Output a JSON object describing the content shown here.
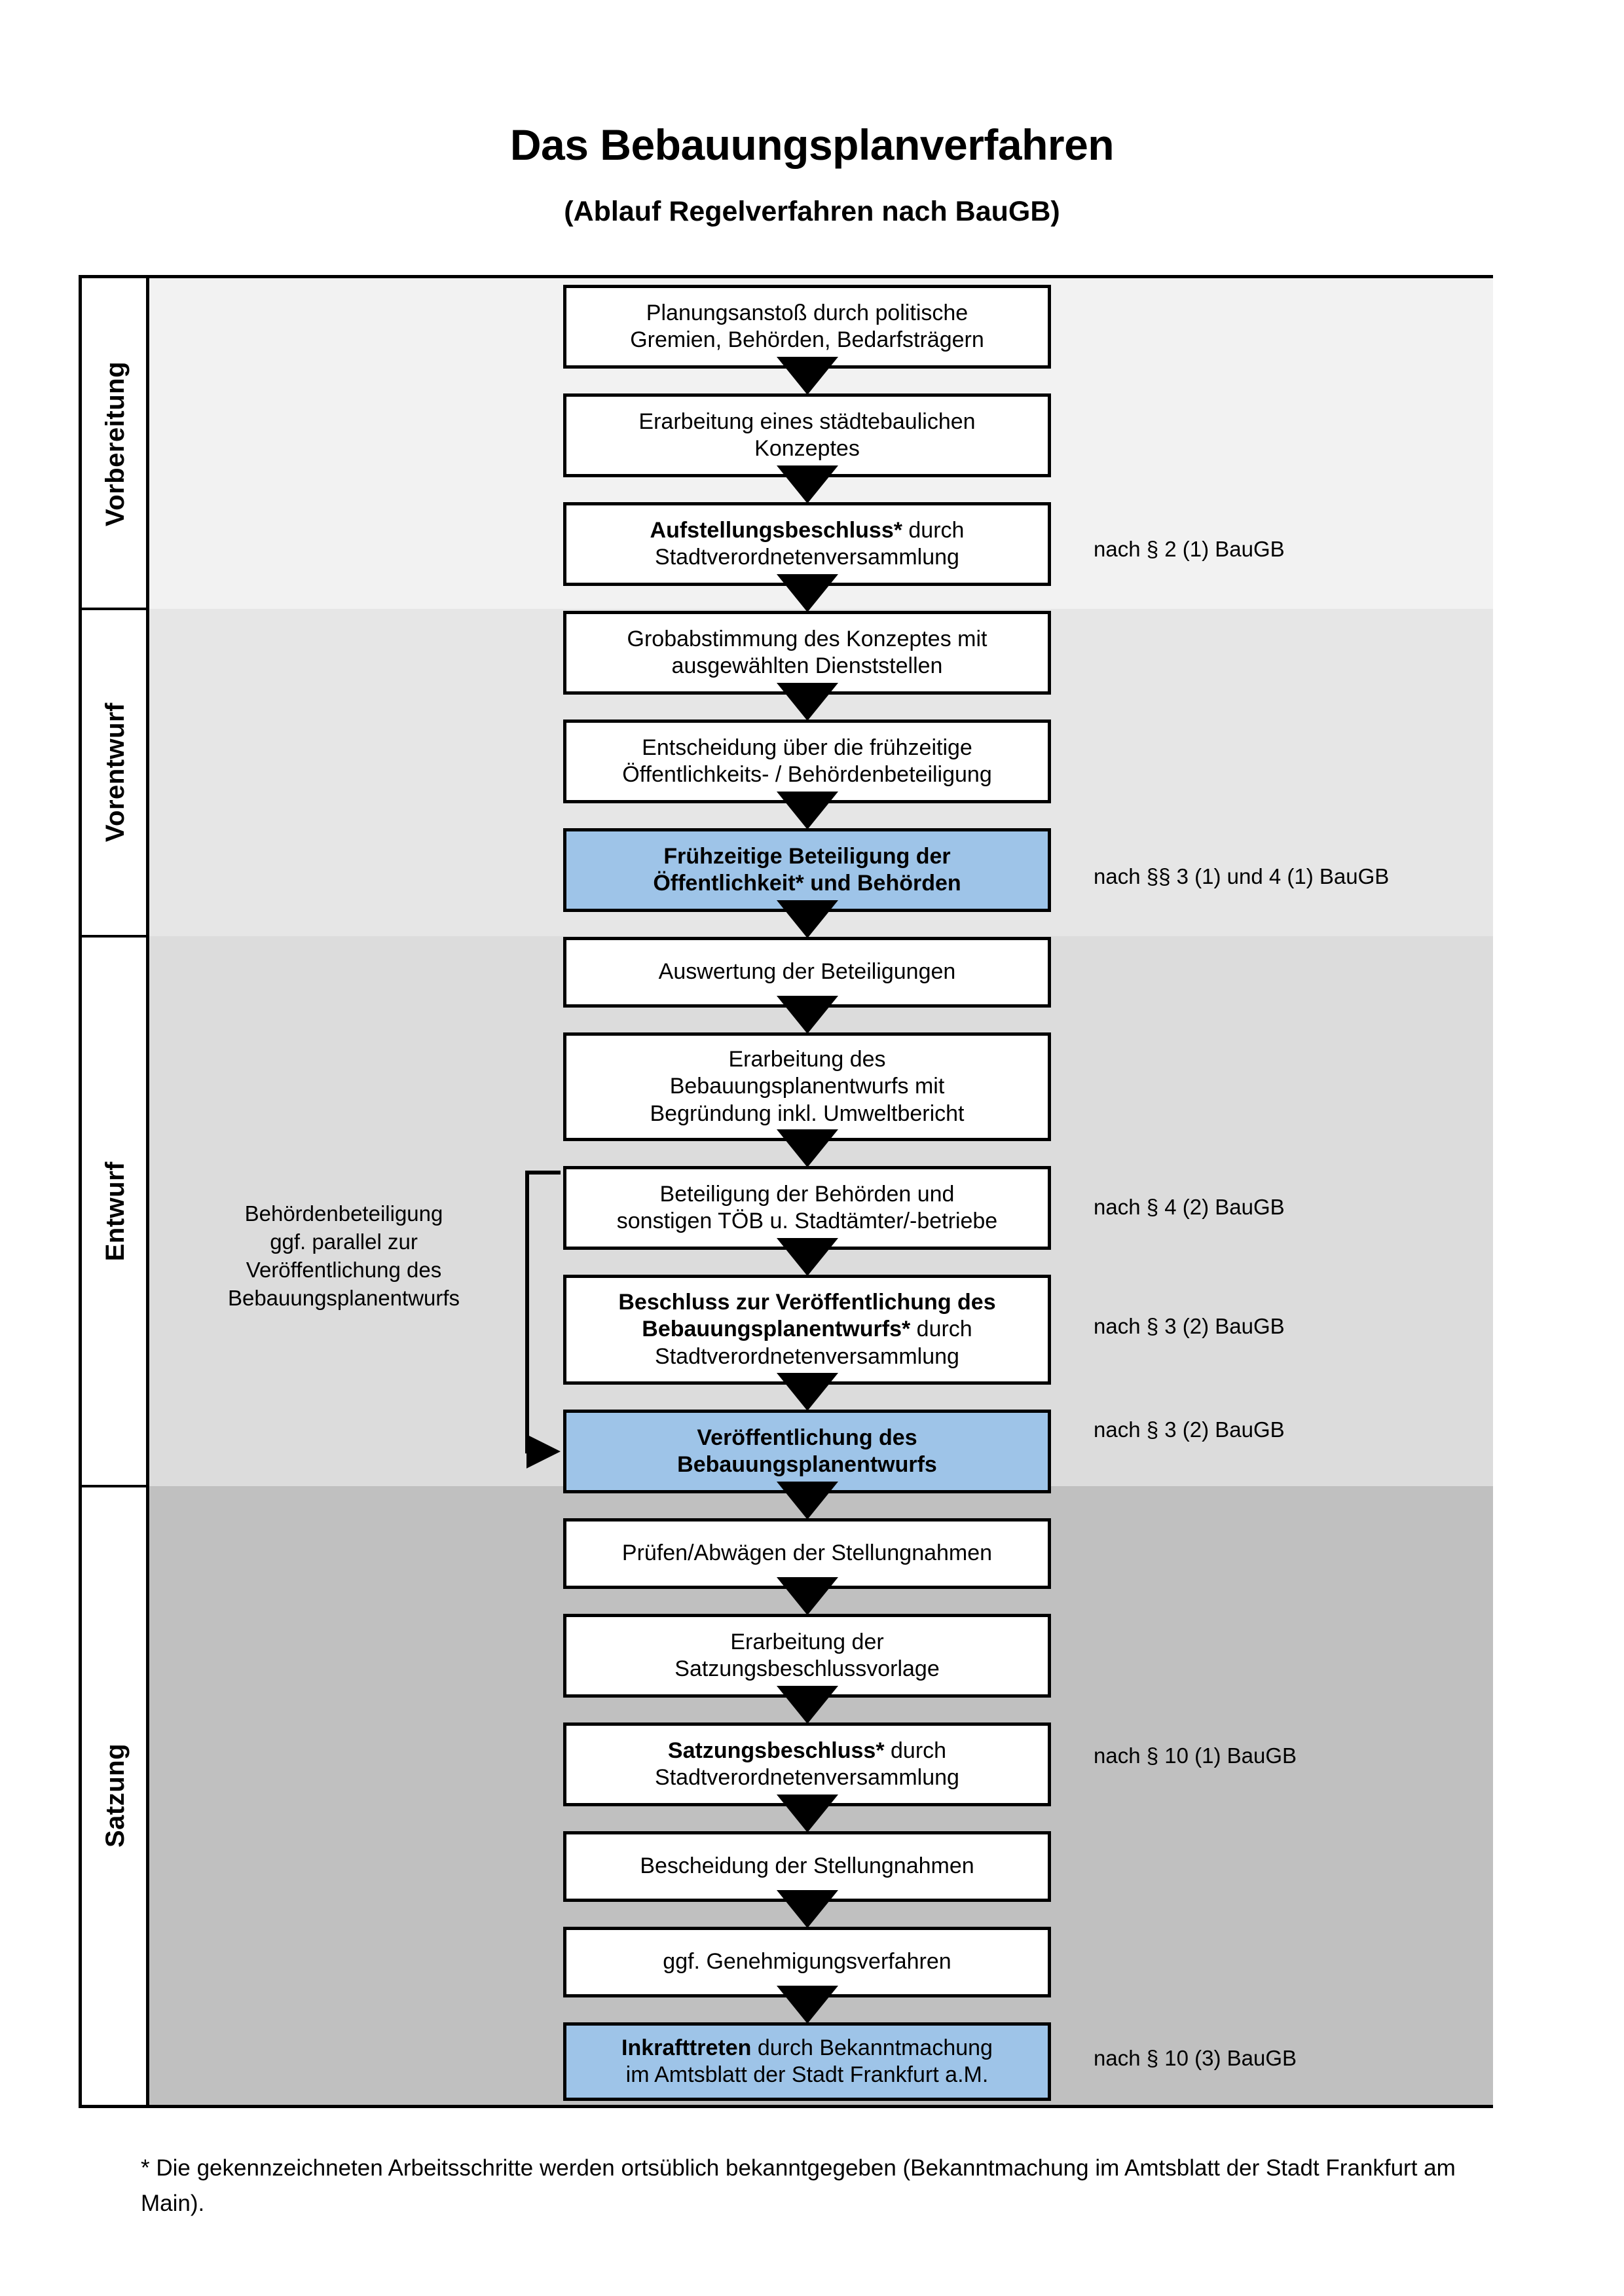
{
  "title": {
    "main": "Das Bebauungsplanverfahren",
    "sub": "(Ablauf Regelverfahren nach BauGB)"
  },
  "phases": [
    {
      "label": "Vorbereitung",
      "band_color": "#f2f2f2"
    },
    {
      "label": "Vorentwurf",
      "band_color": "#e6e6e6"
    },
    {
      "label": "Entwurf",
      "band_color": "#dcdcdc"
    },
    {
      "label": "Satzung",
      "band_color": "#c0c0c0"
    }
  ],
  "steps": [
    {
      "id": "planungsanstoss",
      "phase": "Vorbereitung",
      "highlight": false,
      "lines": [
        [
          {
            "t": "Planungsanstoß durch politische",
            "b": false
          }
        ],
        [
          {
            "t": "Gremien, Behörden, Bedarfsträgern",
            "b": false
          }
        ]
      ]
    },
    {
      "id": "konzept",
      "phase": "Vorbereitung",
      "highlight": false,
      "lines": [
        [
          {
            "t": "Erarbeitung eines städtebaulichen",
            "b": false
          }
        ],
        [
          {
            "t": "Konzeptes",
            "b": false
          }
        ]
      ]
    },
    {
      "id": "aufstellungsbeschluss",
      "phase": "Vorbereitung",
      "highlight": false,
      "lines": [
        [
          {
            "t": "Aufstellungsbeschluss*",
            "b": true
          },
          {
            "t": " durch",
            "b": false
          }
        ],
        [
          {
            "t": "Stadtverordnetenversammlung",
            "b": false
          }
        ]
      ]
    },
    {
      "id": "grobabstimmung",
      "phase": "Vorentwurf",
      "highlight": false,
      "lines": [
        [
          {
            "t": "Grobabstimmung des Konzeptes mit",
            "b": false
          }
        ],
        [
          {
            "t": "ausgewählten Dienststellen",
            "b": false
          }
        ]
      ]
    },
    {
      "id": "entscheidung-beteiligung",
      "phase": "Vorentwurf",
      "highlight": false,
      "lines": [
        [
          {
            "t": "Entscheidung über die frühzeitige",
            "b": false
          }
        ],
        [
          {
            "t": "Öffentlichkeits- / Behördenbeteiligung",
            "b": false
          }
        ]
      ]
    },
    {
      "id": "fruehzeitige-beteiligung",
      "phase": "Vorentwurf",
      "highlight": true,
      "lines": [
        [
          {
            "t": "Frühzeitige Beteiligung der",
            "b": true
          }
        ],
        [
          {
            "t": "Öffentlichkeit* und Behörden",
            "b": true
          }
        ]
      ]
    },
    {
      "id": "auswertung",
      "phase": "Entwurf",
      "highlight": false,
      "lines": [
        [
          {
            "t": "Auswertung der Beteiligungen",
            "b": false
          }
        ]
      ]
    },
    {
      "id": "erarbeitung-entwurf",
      "phase": "Entwurf",
      "highlight": false,
      "lines": [
        [
          {
            "t": "Erarbeitung des",
            "b": false
          }
        ],
        [
          {
            "t": "Bebauungsplanentwurfs mit",
            "b": false
          }
        ],
        [
          {
            "t": "Begründung inkl. Umweltbericht",
            "b": false
          }
        ]
      ]
    },
    {
      "id": "beteiligung-behoerden",
      "phase": "Entwurf",
      "highlight": false,
      "lines": [
        [
          {
            "t": "Beteiligung der Behörden und",
            "b": false
          }
        ],
        [
          {
            "t": "sonstigen TÖB u. Stadtämter/-betriebe",
            "b": false
          }
        ]
      ]
    },
    {
      "id": "beschluss-veroeffentlichung",
      "phase": "Entwurf",
      "highlight": false,
      "lines": [
        [
          {
            "t": "Beschluss zur Veröffentlichung des",
            "b": true
          }
        ],
        [
          {
            "t": "Bebauungsplanentwurfs*",
            "b": true
          },
          {
            "t": " durch",
            "b": false
          }
        ],
        [
          {
            "t": "Stadtverordnetenversammlung",
            "b": false
          }
        ]
      ]
    },
    {
      "id": "veroeffentlichung",
      "phase": "Entwurf",
      "highlight": true,
      "lines": [
        [
          {
            "t": "Veröffentlichung des",
            "b": true
          }
        ],
        [
          {
            "t": "Bebauungsplanentwurfs",
            "b": true
          }
        ]
      ]
    },
    {
      "id": "pruefen-abwaegen",
      "phase": "Satzung",
      "highlight": false,
      "lines": [
        [
          {
            "t": "Prüfen/Abwägen der Stellungnahmen",
            "b": false
          }
        ]
      ]
    },
    {
      "id": "satzungsbeschlussvorlage",
      "phase": "Satzung",
      "highlight": false,
      "lines": [
        [
          {
            "t": "Erarbeitung der",
            "b": false
          }
        ],
        [
          {
            "t": "Satzungsbeschlussvorlage",
            "b": false
          }
        ]
      ]
    },
    {
      "id": "satzungsbeschluss",
      "phase": "Satzung",
      "highlight": false,
      "lines": [
        [
          {
            "t": "Satzungsbeschluss*",
            "b": true
          },
          {
            "t": " durch",
            "b": false
          }
        ],
        [
          {
            "t": "Stadtverordnetenversammlung",
            "b": false
          }
        ]
      ]
    },
    {
      "id": "bescheidung",
      "phase": "Satzung",
      "highlight": false,
      "lines": [
        [
          {
            "t": "Bescheidung der Stellungnahmen",
            "b": false
          }
        ]
      ]
    },
    {
      "id": "genehmigungsverfahren",
      "phase": "Satzung",
      "highlight": false,
      "lines": [
        [
          {
            "t": "ggf. Genehmigungsverfahren",
            "b": false
          }
        ]
      ]
    },
    {
      "id": "inkrafttreten",
      "phase": "Satzung",
      "highlight": true,
      "lines": [
        [
          {
            "t": "Inkrafttreten",
            "b": true
          },
          {
            "t": " durch Bekanntmachung",
            "b": false
          }
        ],
        [
          {
            "t": "im Amtsblatt der Stadt Frankfurt a.M.",
            "b": false
          }
        ]
      ]
    }
  ],
  "legal_notes": [
    {
      "id": "legal-2-1",
      "text": "nach § 2 (1) BauGB"
    },
    {
      "id": "legal-3-1-4-1",
      "text": "nach §§ 3 (1) und 4 (1) BauGB"
    },
    {
      "id": "legal-4-2",
      "text": "nach § 4 (2) BauGB"
    },
    {
      "id": "legal-3-2-a",
      "text": "nach § 3 (2) BauGB"
    },
    {
      "id": "legal-3-2-b",
      "text": "nach § 3 (2) BauGB"
    },
    {
      "id": "legal-10-1",
      "text": "nach § 10 (1) BauGB"
    },
    {
      "id": "legal-10-3",
      "text": "nach § 10 (3) BauGB"
    }
  ],
  "side_note": {
    "lines": [
      "Behördenbeteiligung",
      "ggf. parallel zur",
      "Veröffentlichung des",
      "Bebauungsplanentwurfs"
    ]
  },
  "footnote": {
    "text": "* Die gekennzeichneten Arbeitsschritte werden ortsüblich bekanntgegeben (Bekanntmachung im Amtsblatt  der Stadt Frankfurt am Main)."
  },
  "colors": {
    "highlight_box": "#9ec4e8",
    "box_border": "#000000",
    "page_bg": "#ffffff"
  }
}
